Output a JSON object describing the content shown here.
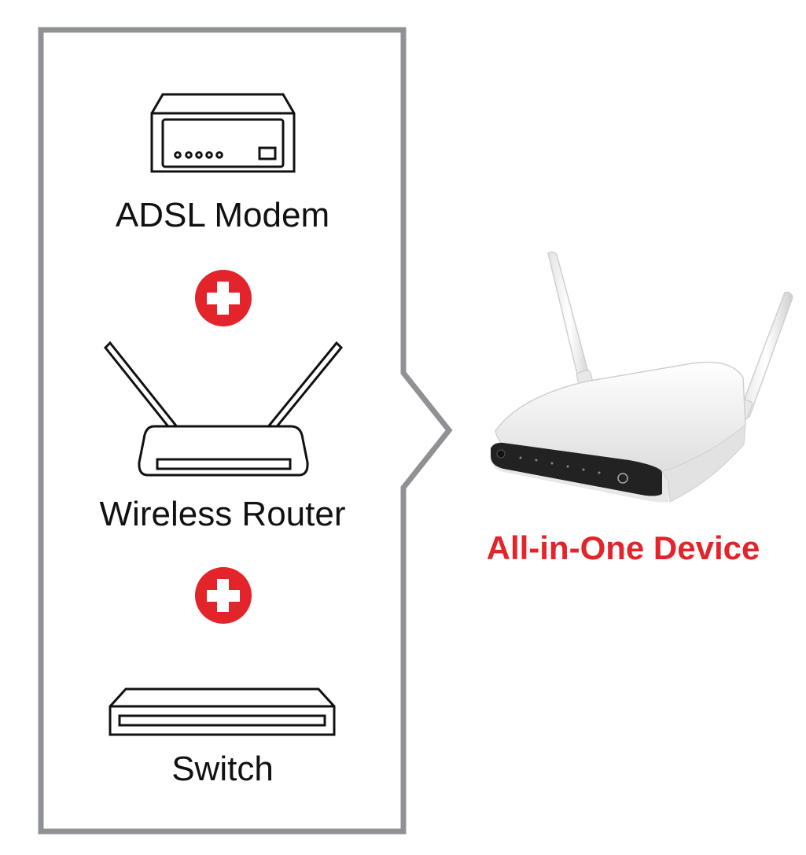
{
  "components": [
    {
      "id": "modem",
      "label": "ADSL Modem",
      "icon": "modem-icon"
    },
    {
      "id": "router",
      "label": "Wireless Router",
      "icon": "router-icon"
    },
    {
      "id": "switch",
      "label": "Switch",
      "icon": "switch-icon"
    }
  ],
  "result": {
    "label": "All-in-One Device",
    "icon": "all-in-one-router-icon"
  },
  "colors": {
    "frame": "#8f9195",
    "plus": "#e3242b",
    "result_text": "#e3242b",
    "icon_stroke": "#111111"
  }
}
